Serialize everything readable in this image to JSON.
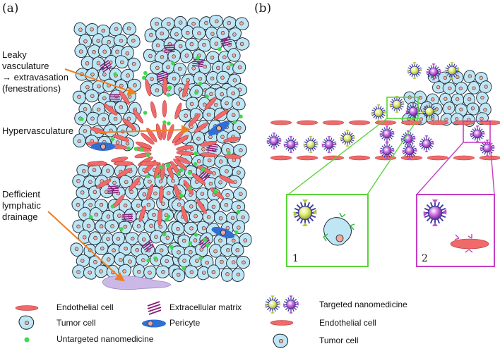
{
  "panels": {
    "a": "(a)",
    "b": "(b)"
  },
  "callouts": {
    "leaky_line1": "Leaky",
    "leaky_line2": "vasculature",
    "leaky_line3": "→ extravasation",
    "leaky_line4": "(fenestrations)",
    "hyper": "Hypervasculature",
    "lymph_line1": "Defficient",
    "lymph_line2": "lymphatic",
    "lymph_line3": "drainage"
  },
  "legend_a": {
    "endothelial": "Endothelial cell",
    "ecm": "Extracellular matrix",
    "tumor": "Tumor cell",
    "pericyte": "Pericyte",
    "untargeted": "Untargeted nanomedicine"
  },
  "legend_b": {
    "targeted": "Targeted nanomedicine",
    "endothelial": "Endothelial cell",
    "tumor": "Tumor cell"
  },
  "insets": {
    "one": "1",
    "two": "2"
  },
  "colors": {
    "endothelial": "#f06a6a",
    "tumor_fill": "#bfe6f5",
    "tumor_nucleus": "#f3a89a",
    "ecm": "#8a1f7a",
    "pericyte": "#2f6fd6",
    "untargeted": "#3fd84f",
    "arrow": "#f07d1e",
    "inset1_border": "#5ad43a",
    "inset2_border": "#c43ec4",
    "lymph": "#cbb8e6",
    "np_green_core": "#d6e64a",
    "np_purple_core": "#b04ad6",
    "np_shell": "#3b3b9a"
  }
}
